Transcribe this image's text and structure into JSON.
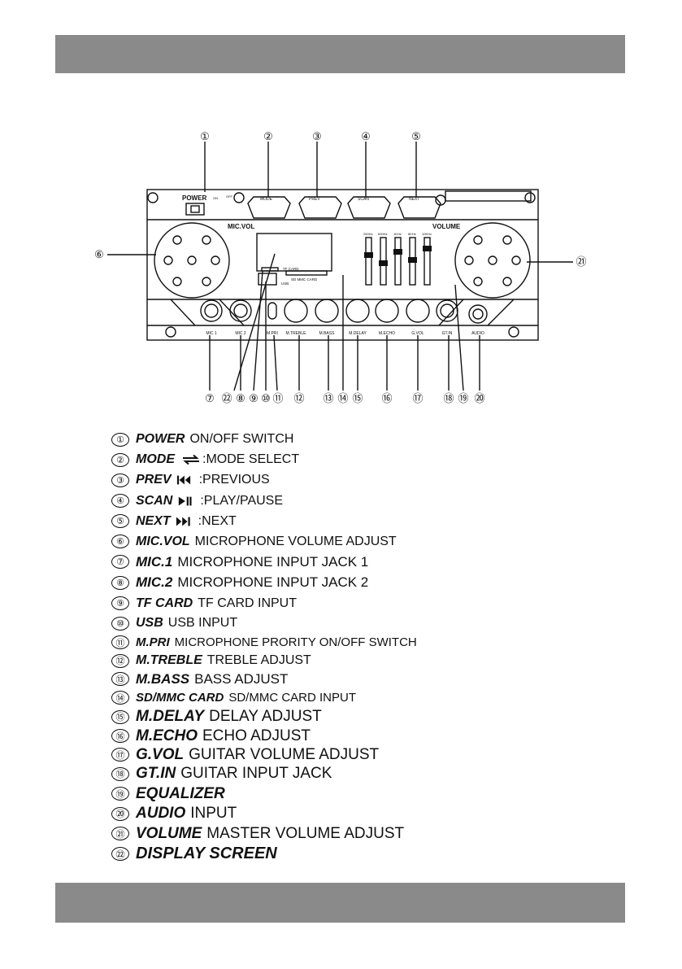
{
  "diagram": {
    "callout_numbers": [
      "①",
      "②",
      "③",
      "④",
      "⑤",
      "⑥",
      "⑦",
      "⑧",
      "⑨",
      "⑩",
      "⑪",
      "⑫",
      "⑬",
      "⑭",
      "⑮",
      "⑯",
      "⑰",
      "⑱",
      "⑲",
      "⑳",
      "㉑",
      "㉒"
    ],
    "panel_labels": {
      "power": "POWER",
      "on": "ON",
      "off": "OFF",
      "mode": "MODE",
      "prev": "PREV",
      "scan": "SCAN",
      "next": "NEXT",
      "mic_vol": "MIC.VOL",
      "volume": "VOLUME",
      "tf_card": "TF CARD",
      "sd_mmc_card": "SD MMC CARD",
      "usb": "USB",
      "eq_freqs": [
        "250Hz",
        "600Hz",
        "1KHz",
        "6KHz",
        "10KHz"
      ],
      "bottom": [
        "MIC 1",
        "MIC 2",
        "M.PRI",
        "M.TREBLE",
        "M.BASS",
        "M.DELAY",
        "M.ECHO",
        "G.VOL",
        "GT.IN",
        "AUDIO"
      ]
    }
  },
  "legend": [
    {
      "num": "①",
      "key": "POWER",
      "desc": "ON/OFF SWITCH"
    },
    {
      "num": "②",
      "key": "MODE",
      "icon": "mode-arrows-icon",
      "desc": ":MODE SELECT"
    },
    {
      "num": "③",
      "key": "PREV",
      "icon": "previous-icon",
      "desc": ":PREVIOUS"
    },
    {
      "num": "④",
      "key": "SCAN",
      "icon": "play-pause-icon",
      "desc": ":PLAY/PAUSE"
    },
    {
      "num": "⑤",
      "key": "NEXT",
      "icon": "next-icon",
      "desc": ":NEXT"
    },
    {
      "num": "⑥",
      "key": "MIC.VOL",
      "desc": "MICROPHONE VOLUME ADJUST"
    },
    {
      "num": "⑦",
      "key": "MIC.1",
      "desc": "MICROPHONE INPUT JACK 1"
    },
    {
      "num": "⑧",
      "key": "MIC.2",
      "desc": "MICROPHONE INPUT JACK 2"
    },
    {
      "num": "⑨",
      "key": "TF CARD",
      "desc": "TF CARD INPUT"
    },
    {
      "num": "⑩",
      "key": "USB",
      "desc": "USB INPUT"
    },
    {
      "num": "⑪",
      "key": "M.PRI",
      "desc": "MICROPHONE PRORITY ON/OFF SWITCH"
    },
    {
      "num": "⑫",
      "key": "M.TREBLE",
      "desc": "TREBLE ADJUST"
    },
    {
      "num": "⑬",
      "key": "M.BASS",
      "desc": "BASS ADJUST"
    },
    {
      "num": "⑭",
      "key": "SD/MMC CARD",
      "desc": "SD/MMC CARD INPUT"
    },
    {
      "num": "⑮",
      "key": "M.DELAY",
      "desc": "DELAY ADJUST"
    },
    {
      "num": "⑯",
      "key": "M.ECHO",
      "desc": "ECHO ADJUST"
    },
    {
      "num": "⑰",
      "key": "G.VOL",
      "desc": "GUITAR VOLUME ADJUST"
    },
    {
      "num": "⑱",
      "key": "GT.IN",
      "desc": "GUITAR INPUT JACK"
    },
    {
      "num": "⑲",
      "key": "EQUALIZER",
      "desc": ""
    },
    {
      "num": "⑳",
      "key": "AUDIO",
      "desc": "INPUT"
    },
    {
      "num": "㉑",
      "key": "VOLUME",
      "desc": "MASTER VOLUME ADJUST"
    },
    {
      "num": "㉒",
      "key": "DISPLAY SCREEN",
      "desc": ""
    }
  ]
}
